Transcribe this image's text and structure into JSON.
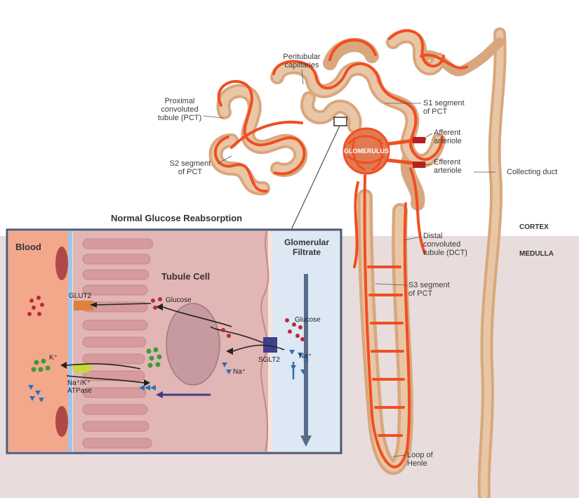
{
  "zones": {
    "cortex": "CORTEX",
    "medulla": "MEDULLA"
  },
  "labels": {
    "peritubular": "Peritubular\ncapillaries",
    "pct": "Proximal\nconvoluted\ntubule (PCT)",
    "s1": "S1 segment\nof PCT",
    "afferent": "Afferent\narteriole",
    "efferent": "Efferent\narteriole",
    "glomerulus": "GLOMERULUS",
    "s2": "S2 segment\nof PCT",
    "collecting": "Collecting duct",
    "dct": "Distal\nconvoluted\ntubule (DCT)",
    "s3": "S3 segment\nof PCT",
    "loop": "Loop of\nHenle"
  },
  "inset": {
    "title": "Normal Glucose Reabsorption",
    "blood": "Blood",
    "tubule_cell": "Tubule Cell",
    "filtrate": "Glomerular\nFiltrate",
    "glut2": "GLUT2",
    "glucose_cell": "Glucose",
    "glucose_filtrate": "Glucose",
    "sglt2": "SGLT2",
    "na_filtrate": "Na⁺",
    "na_cell": "Na⁺",
    "k": "K⁺",
    "atpase": "Na⁺/K⁺\nATPase"
  },
  "colors": {
    "vessel": "#f04e23",
    "tubule": "#d9a77e",
    "tubule_fill": "#e8c4a4",
    "inset_border": "#4a5a78",
    "blood_bg": "#f3a88c",
    "cell_bg": "#e2b6b4",
    "filtrate_bg": "#dce8f3",
    "glucose": "#c0283a",
    "potassium": "#3e9a3a",
    "sodium": "#2f6fb5",
    "transporter": "#3f3f8a",
    "atpase": "#c8d83a"
  }
}
